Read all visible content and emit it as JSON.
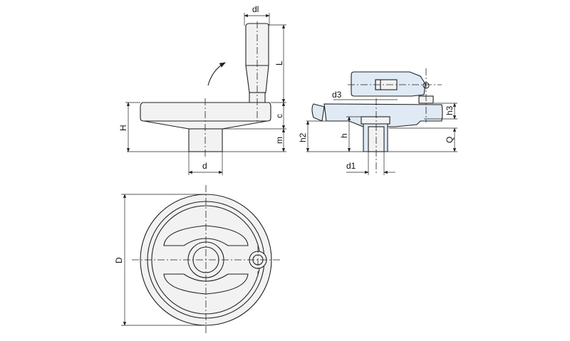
{
  "drawing": {
    "title": "Handwheel with revolving handle dimension drawing",
    "colors": {
      "line": "#222222",
      "body": "#f2f2f2",
      "hub": "#dfeaf5"
    },
    "side_view_labels": {
      "dl": "dl",
      "L": "L",
      "c": "c",
      "H": "H",
      "m": "m",
      "d": "d"
    },
    "section_view_labels": {
      "d3": "d3",
      "h3": "h3",
      "h2": "h2",
      "h": "h",
      "Q": "Q",
      "d1": "d1"
    },
    "front_view_labels": {
      "D": "D"
    }
  }
}
